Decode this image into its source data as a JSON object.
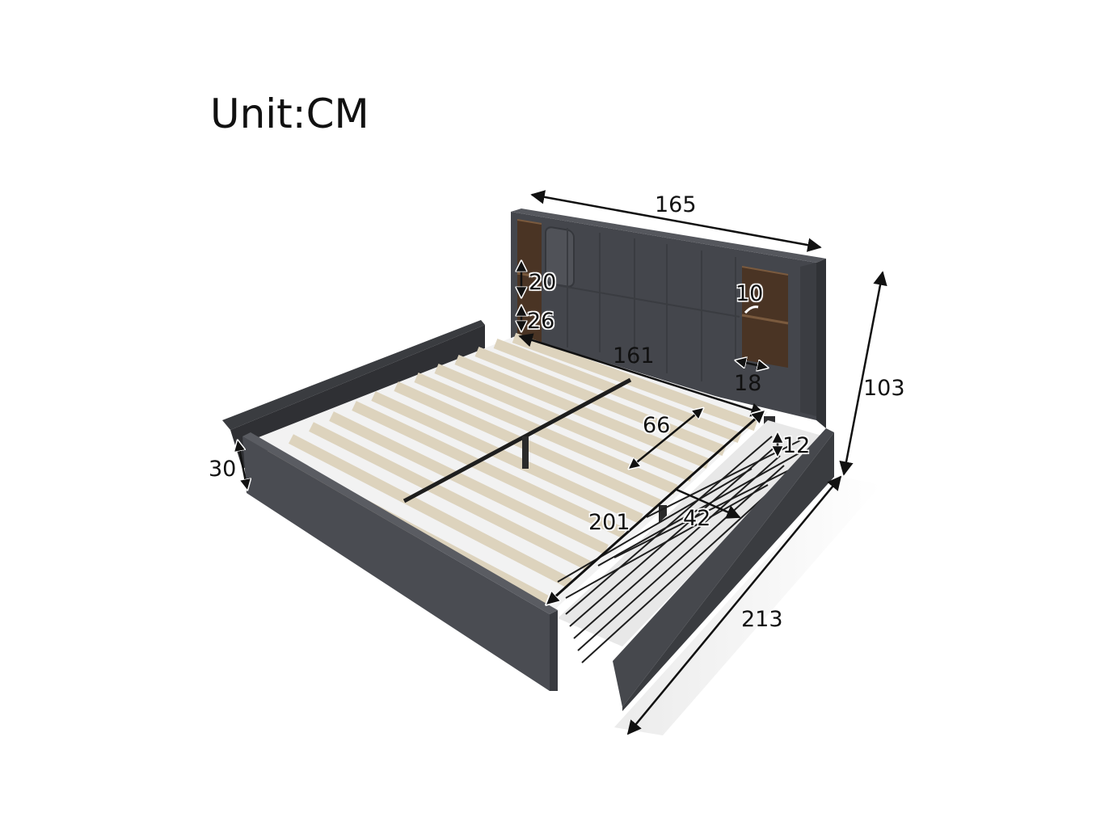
{
  "title": {
    "unit": "Unit:CM"
  },
  "colors": {
    "fabric": "#4a4c52",
    "fabric_dark": "#35373c",
    "fabric_light": "#5a5c62",
    "wood": "#5a3e2a",
    "slat": "#ddd3bd",
    "metal": "#1e1e1e",
    "arrow": "#111111"
  },
  "dimensions": {
    "headboard_width": "165",
    "shelf_height": "20",
    "shelf_bottom_gap": "26",
    "shelf_depth": "10",
    "shelf_width": "18",
    "inner_width": "161",
    "total_height": "103",
    "ground_clearance": "12",
    "drawer_width": "66",
    "drawer_depth": "42",
    "inner_length": "201",
    "side_rail_height": "30",
    "total_length": "213"
  }
}
